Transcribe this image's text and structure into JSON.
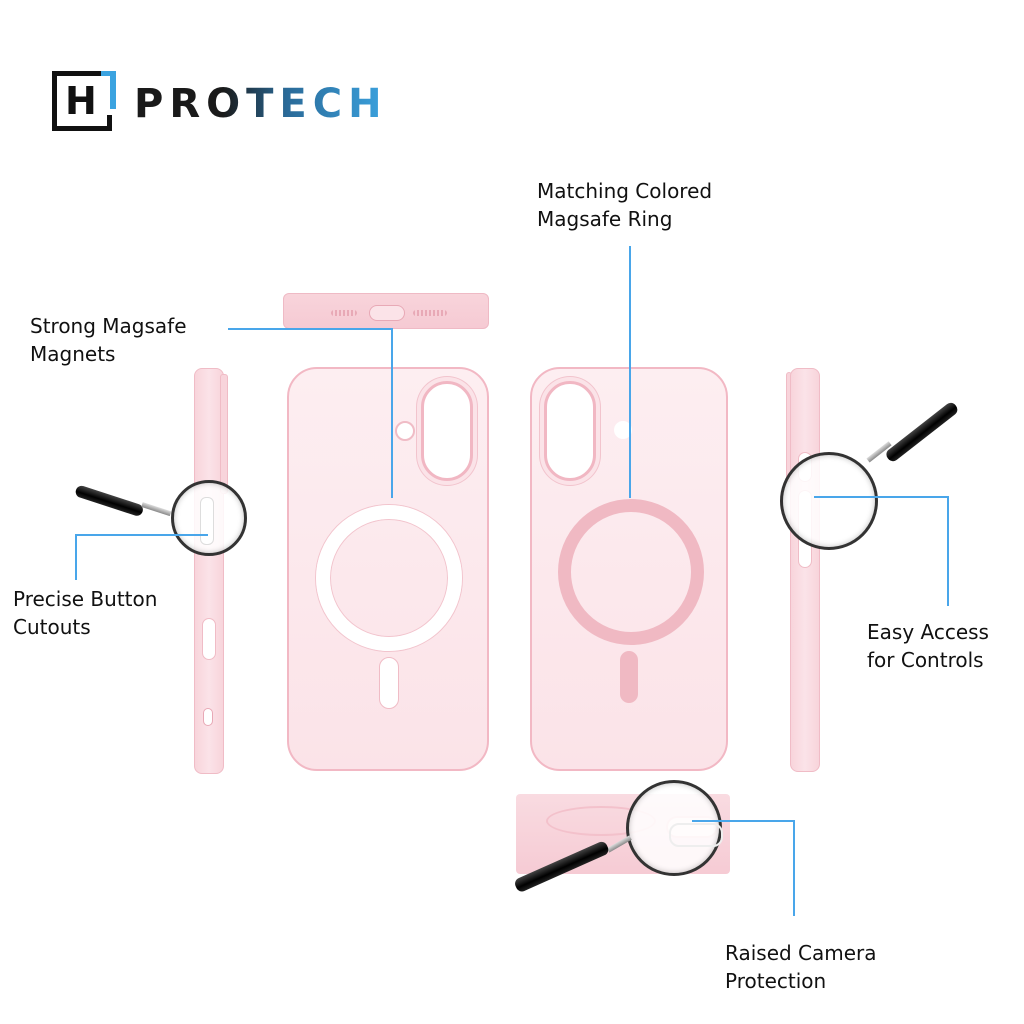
{
  "brand": {
    "logo_letter": "H",
    "logo_word": "PROTECH",
    "colors": {
      "dark": "#111111",
      "accent": "#3ba3e0",
      "case_pink": "#fbe3e8",
      "ring_pink": "#f0b9c3",
      "callout_line": "#49a6ea"
    }
  },
  "callouts": {
    "magnets": {
      "line1": "Strong Magsafe",
      "line2": "Magnets"
    },
    "ring": {
      "line1": "Matching Colored",
      "line2": "Magsafe Ring"
    },
    "buttons": {
      "line1": "Precise Button",
      "line2": "Cutouts"
    },
    "controls": {
      "line1": "Easy Access",
      "line2": "for Controls"
    },
    "camera": {
      "line1": "Raised Camera",
      "line2": "Protection"
    }
  },
  "icons": {
    "magnifier": "magnifying-glass-icon"
  }
}
